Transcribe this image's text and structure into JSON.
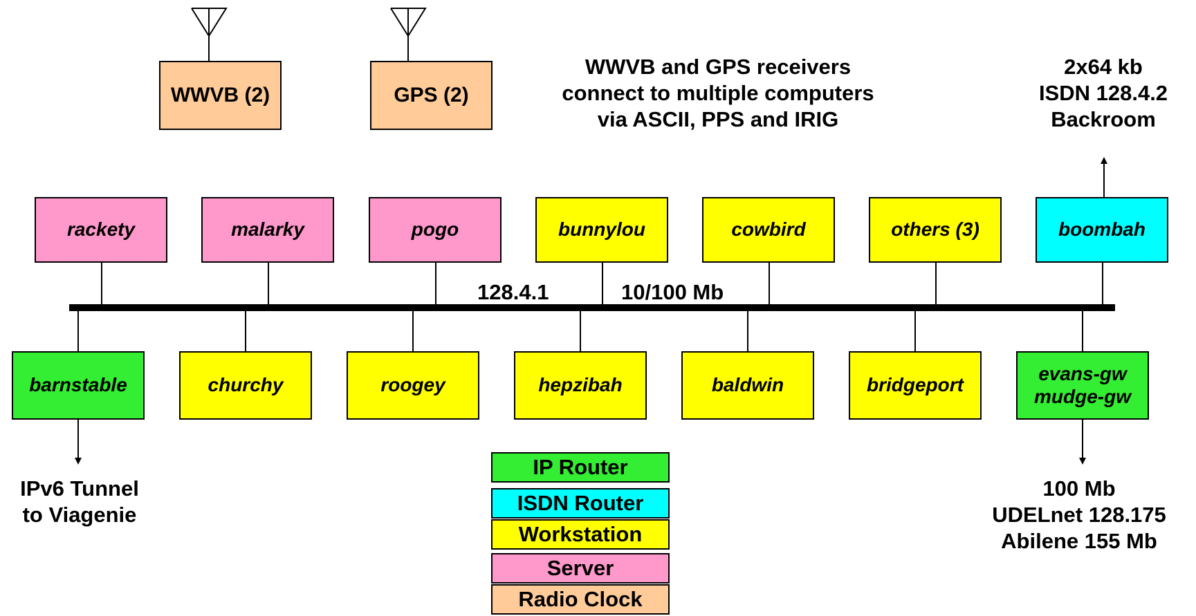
{
  "colors": {
    "ip_router": "#33ee33",
    "isdn_router": "#00ffff",
    "workstation": "#ffff00",
    "server": "#ff99cc",
    "radio_clock": "#ffcc99"
  },
  "radio_clocks": [
    {
      "label": "WWVB (2)",
      "color": "#ffcc99"
    },
    {
      "label": "GPS (2)",
      "color": "#ffcc99"
    }
  ],
  "top_hosts": [
    {
      "label": "rackety",
      "role": "server",
      "color": "#ff99cc"
    },
    {
      "label": "malarky",
      "role": "server",
      "color": "#ff99cc"
    },
    {
      "label": "pogo",
      "role": "server",
      "color": "#ff99cc"
    },
    {
      "label": "bunnylou",
      "role": "workstation",
      "color": "#ffff00"
    },
    {
      "label": "cowbird",
      "role": "workstation",
      "color": "#ffff00"
    },
    {
      "label": "others (3)",
      "role": "workstation",
      "color": "#ffff00"
    },
    {
      "label": "boombah",
      "role": "isdn-router",
      "color": "#00ffff"
    }
  ],
  "bottom_hosts": [
    {
      "label": "barnstable",
      "role": "ip-router",
      "color": "#33ee33"
    },
    {
      "label": "churchy",
      "role": "workstation",
      "color": "#ffff00"
    },
    {
      "label": "roogey",
      "role": "workstation",
      "color": "#ffff00"
    },
    {
      "label": "hepzibah",
      "role": "workstation",
      "color": "#ffff00"
    },
    {
      "label": "baldwin",
      "role": "workstation",
      "color": "#ffff00"
    },
    {
      "label": "bridgeport",
      "role": "workstation",
      "color": "#ffff00"
    },
    {
      "label": "evans-gw\nmudge-gw",
      "role": "ip-router",
      "color": "#33ee33"
    }
  ],
  "bus": {
    "subnet": "128.4.1",
    "speed": "10/100 Mb"
  },
  "notes": {
    "receivers": "WWVB and GPS receivers\nconnect to multiple computers\nvia ASCII, PPS and IRIG",
    "isdn": "2x64 kb\nISDN 128.4.2\nBackroom",
    "ipv6": "IPv6 Tunnel\nto Viagenie",
    "udel": "100 Mb\nUDELnet 128.175\nAbilene 155 Mb"
  },
  "legend": [
    {
      "label": "IP Router",
      "color": "#33ee33"
    },
    {
      "label": "ISDN Router",
      "color": "#00ffff"
    },
    {
      "label": "Workstation",
      "color": "#ffff00"
    },
    {
      "label": "Server",
      "color": "#ff99cc"
    },
    {
      "label": "Radio Clock",
      "color": "#ffcc99"
    }
  ]
}
